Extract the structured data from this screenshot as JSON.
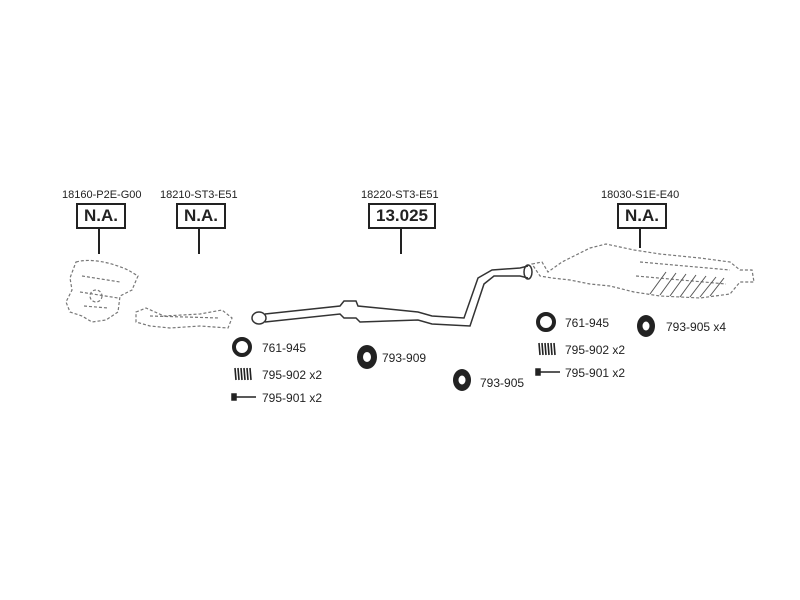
{
  "parts": [
    {
      "part_no": "18160-P2E-G00",
      "code": "N.A."
    },
    {
      "part_no": "18210-ST3-E51",
      "code": "N.A."
    },
    {
      "part_no": "18220-ST3-E51",
      "code": "13.025"
    },
    {
      "part_no": "18030-S1E-E40",
      "code": "N.A."
    }
  ],
  "accessories_left": {
    "ring": "761-945",
    "spring": "795-902 x2",
    "bolt": "795-901 x2"
  },
  "hanger_middle": "793-909",
  "hanger_center": "793-905",
  "accessories_right": {
    "ring": "761-945",
    "spring": "795-902 x2",
    "bolt": "795-901 x2",
    "hanger": "793-905 x4"
  }
}
